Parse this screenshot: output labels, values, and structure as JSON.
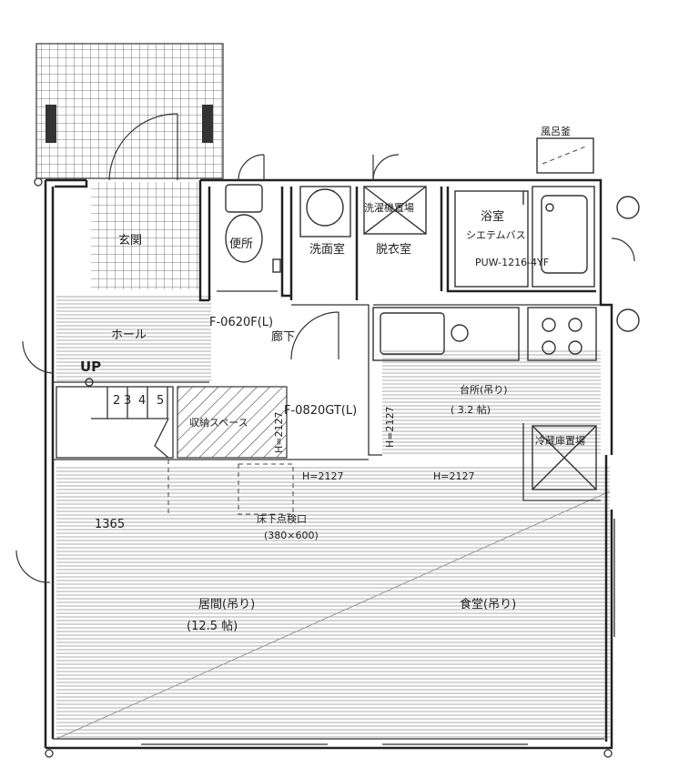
{
  "rooms": {
    "entrance": "玄関",
    "toilet": "便所",
    "washroom": "洗面室",
    "laundry": "洗濯機置場",
    "dressing": "脱衣室",
    "bath": "浴室",
    "bath_model": "シエテムバス",
    "bath_code": "PUW-1216-4YF",
    "boiler": "風呂釜",
    "hall": "ホール",
    "corridor": "廊下",
    "kitchen": "台所(吊り)",
    "kitchen_size": "( 3.2 帖)",
    "fridge": "冷蔵庫置場",
    "storage": "収納スペース",
    "living": "居間(吊り)",
    "living_size": "(12.5 帖)",
    "dining": "食堂(吊り)"
  },
  "annotations": {
    "up": "UP",
    "door_code_1": "F-0620F(L)",
    "door_code_2": "F-0820GT(L)",
    "height_1": "H=2127",
    "height_2": "H=2127",
    "height_3": "H=2127",
    "height_4": "H=2127",
    "dimension": "1365",
    "floor_hatch": "床下点検口",
    "floor_hatch_size": "(380×600)"
  },
  "stairs": {
    "steps": [
      "2",
      "3",
      "4",
      "5"
    ]
  },
  "colors": {
    "line": "#222222",
    "background": "#ffffff"
  }
}
